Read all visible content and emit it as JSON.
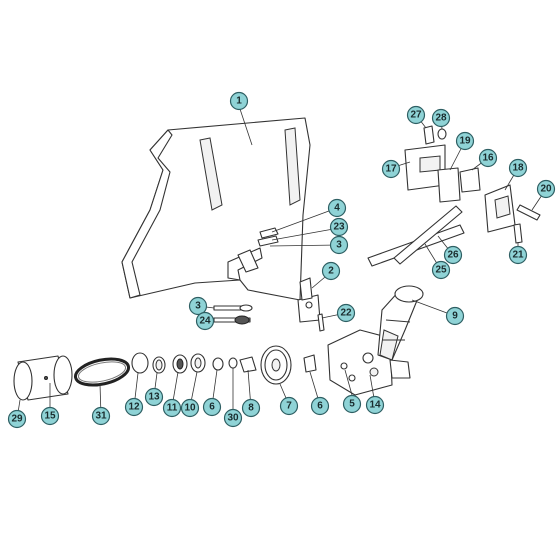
{
  "callouts": {
    "c1": "1",
    "c2": "2",
    "c3a": "3",
    "c3b": "3",
    "c4": "4",
    "c5": "5",
    "c6a": "6",
    "c6b": "6",
    "c7": "7",
    "c8": "8",
    "c9": "9",
    "c10": "10",
    "c11": "11",
    "c12": "12",
    "c13": "13",
    "c14": "14",
    "c15": "15",
    "c16": "16",
    "c17": "17",
    "c18": "18",
    "c19": "19",
    "c20": "20",
    "c21": "21",
    "c22": "22",
    "c23": "23",
    "c24": "24",
    "c25": "25",
    "c26": "26",
    "c27": "27",
    "c28": "28",
    "c29": "29",
    "c30": "30",
    "c31": "31"
  },
  "colors": {
    "callout_fill": "#8fd3d6",
    "callout_stroke": "#2e5f63",
    "line": "#333333"
  }
}
